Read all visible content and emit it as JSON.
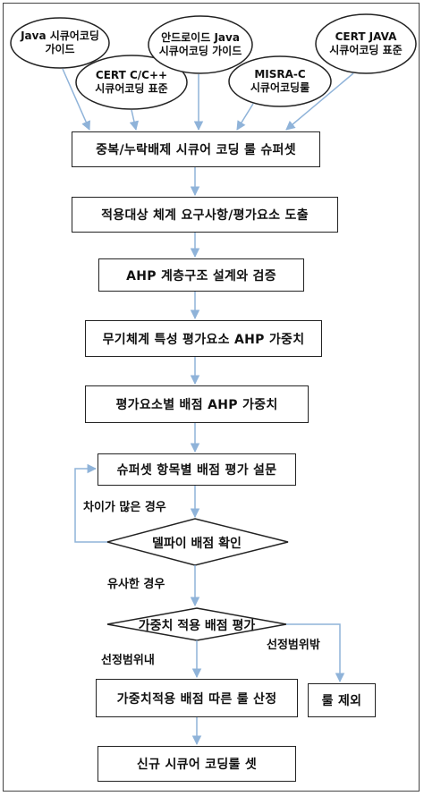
{
  "sources": [
    {
      "line1": "Java 시큐어코딩",
      "line2": "가이드"
    },
    {
      "line1": "CERT C/C++",
      "line2": "시큐어코딩 표준"
    },
    {
      "line1": "안드로이드 Java",
      "line2": "시큐어코딩 가이드"
    },
    {
      "line1": "MISRA-C",
      "line2": "시큐어코딩룰"
    },
    {
      "line1": "CERT JAVA",
      "line2": "시큐어코딩 표준"
    }
  ],
  "steps": [
    "중복/누락배제 시큐어 코딩 룰 슈퍼셋",
    "적용대상 체계 요구사항/평가요소  도출",
    "AHP 계층구조 설계와 검증",
    "무기체계 특성 평가요소 AHP 가중치",
    "평가요소별 배점 AHP 가중치",
    "슈퍼셋 항목별 배점 평가 설문"
  ],
  "decisions": {
    "delphi": "델파이 배점 확인",
    "weighted": "가중치 적용 배점 평가"
  },
  "branch_labels": {
    "large_diff": "차이가 많은 경우",
    "similar": "유사한 경우",
    "within_range": "선정범위내",
    "outside_range": "선정범위밖"
  },
  "outcomes": {
    "rule_select": "가중치적용 배점 따른 룰 산정",
    "rule_exclude": "룰 제외",
    "final": "신규 시큐어 코딩룰 셋"
  },
  "colors": {
    "arrow": "#8fb3d9",
    "border": "#222222"
  }
}
